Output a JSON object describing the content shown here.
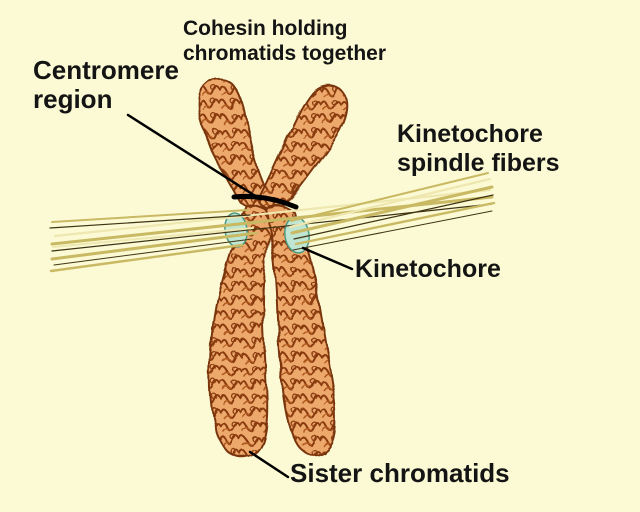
{
  "diagram": {
    "subject": "chromosome-structure-diagram",
    "labels": {
      "cohesin": {
        "line1": "Cohesin holding",
        "line2": "chromatids together"
      },
      "centromere": {
        "line1": "Centromere",
        "line2": "region"
      },
      "spindle": {
        "line1": "Kinetochore",
        "line2": "spindle fibers"
      },
      "kinetochore": {
        "text": "Kinetochore"
      },
      "sister": {
        "text": "Sister chromatids"
      }
    },
    "colors": {
      "background": "#FBFAD4",
      "chromatid_fill": "#EDA96C",
      "chromatid_outline": "#7A360E",
      "coil_stroke": "#8A3A10",
      "spindle_fiber_khaki": "#C9B963",
      "spindle_fiber_dark": "#3E3414",
      "spindle_fiber_cream": "#EFE7B0",
      "kinetochore_fill": "#BFE6D2",
      "kinetochore_outline": "#4D9B86",
      "cohesin_band": "#000000",
      "label_text": "#141414",
      "leader_line": "#000000"
    }
  }
}
